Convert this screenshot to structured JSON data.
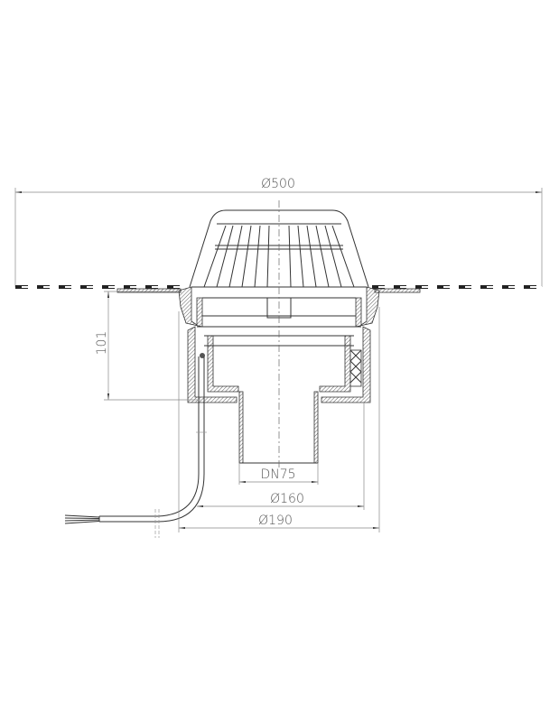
{
  "drawing": {
    "title": "Roof drain with heated grating – section",
    "dimensions": {
      "flange_diameter": "Ø500",
      "body_height": "101",
      "outlet_nominal": "DN75",
      "body_diameter_inner": "Ø160",
      "body_diameter_outer": "Ø190"
    },
    "line_color": "#333333",
    "dimension_color": "#888888"
  }
}
